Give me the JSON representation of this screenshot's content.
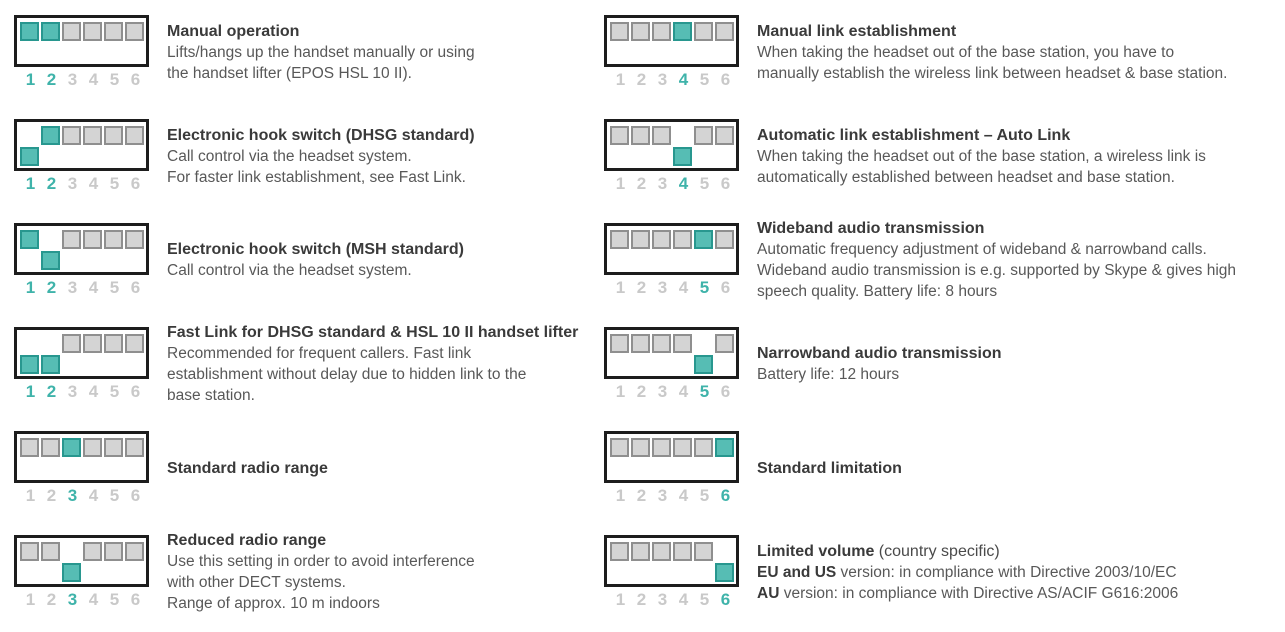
{
  "colors": {
    "accent_teal": "#56bdb4",
    "accent_teal_border": "#28978f",
    "switch_off_fill": "#d4d4d4",
    "switch_off_border": "#8f8f8f",
    "box_border": "#1d1d1d",
    "number_inactive": "#c9c9c9",
    "number_active": "#3fb3aa"
  },
  "pin_labels": [
    "1",
    "2",
    "3",
    "4",
    "5",
    "6"
  ],
  "columns": [
    {
      "rows": [
        {
          "title": "Manual operation",
          "title_suffix": "",
          "switches": [
            "on-up",
            "on-up",
            "off-up",
            "off-up",
            "off-up",
            "off-up"
          ],
          "body": [
            [
              {
                "t": "Lifts/hangs up the handset manually or using"
              }
            ],
            [
              {
                "t": "the handset lifter (EPOS HSL 10 II)."
              }
            ]
          ]
        },
        {
          "title": "Electronic hook switch (DHSG standard)",
          "title_suffix": "",
          "switches": [
            "on-down",
            "on-up",
            "off-up",
            "off-up",
            "off-up",
            "off-up"
          ],
          "body": [
            [
              {
                "t": "Call control via the headset system."
              }
            ],
            [
              {
                "t": "For faster link establishment, see Fast Link."
              }
            ]
          ]
        },
        {
          "title": "Electronic hook switch (MSH standard)",
          "title_suffix": "",
          "switches": [
            "on-up",
            "on-down",
            "off-up",
            "off-up",
            "off-up",
            "off-up"
          ],
          "body": [
            [
              {
                "t": "Call control via the headset system."
              }
            ]
          ]
        },
        {
          "title": "Fast Link for DHSG standard & HSL 10 II handset lifter",
          "title_suffix": "",
          "switches": [
            "on-down",
            "on-down",
            "off-up",
            "off-up",
            "off-up",
            "off-up"
          ],
          "body": [
            [
              {
                "t": "Recommended for frequent callers. Fast link"
              }
            ],
            [
              {
                "t": "establishment without delay due to hidden link to the"
              }
            ],
            [
              {
                "t": "base station."
              }
            ]
          ]
        },
        {
          "title": "Standard radio range",
          "title_suffix": "",
          "switches": [
            "off-up",
            "off-up",
            "on-up",
            "off-up",
            "off-up",
            "off-up"
          ],
          "body": []
        },
        {
          "title": "Reduced radio range",
          "title_suffix": "",
          "switches": [
            "off-up",
            "off-up",
            "on-down",
            "off-up",
            "off-up",
            "off-up"
          ],
          "body": [
            [
              {
                "t": "Use this setting in order to avoid interference"
              }
            ],
            [
              {
                "t": "with other DECT systems."
              }
            ],
            [
              {
                "t": "Range of approx. 10 m indoors"
              }
            ]
          ]
        }
      ]
    },
    {
      "rows": [
        {
          "title": "Manual link establishment",
          "title_suffix": "",
          "switches": [
            "off-up",
            "off-up",
            "off-up",
            "on-up",
            "off-up",
            "off-up"
          ],
          "body": [
            [
              {
                "t": "When taking the headset out of the base station, you have to"
              }
            ],
            [
              {
                "t": "manually establish the wireless link between headset & base station."
              }
            ]
          ]
        },
        {
          "title": "Automatic link establishment – Auto Link",
          "title_suffix": "",
          "switches": [
            "off-up",
            "off-up",
            "off-up",
            "on-down",
            "off-up",
            "off-up"
          ],
          "body": [
            [
              {
                "t": "When taking the headset out of the base station, a wireless link is"
              }
            ],
            [
              {
                "t": "automatically established between headset and base station."
              }
            ]
          ]
        },
        {
          "title": "Wideband audio transmission",
          "title_suffix": "",
          "switches": [
            "off-up",
            "off-up",
            "off-up",
            "off-up",
            "on-up",
            "off-up"
          ],
          "body": [
            [
              {
                "t": "Automatic frequency adjustment of wideband & narrowband calls."
              }
            ],
            [
              {
                "t": "Wideband audio transmission is e.g. supported by Skype & gives high"
              }
            ],
            [
              {
                "t": "speech quality. Battery life: 8 hours"
              }
            ]
          ]
        },
        {
          "title": "Narrowband audio transmission",
          "title_suffix": "",
          "switches": [
            "off-up",
            "off-up",
            "off-up",
            "off-up",
            "on-down",
            "off-up"
          ],
          "body": [
            [
              {
                "t": "Battery life: 12 hours"
              }
            ]
          ]
        },
        {
          "title": "Standard limitation",
          "title_suffix": "",
          "switches": [
            "off-up",
            "off-up",
            "off-up",
            "off-up",
            "off-up",
            "on-up"
          ],
          "body": []
        },
        {
          "title": "Limited volume",
          "title_suffix": " (country specific)",
          "switches": [
            "off-up",
            "off-up",
            "off-up",
            "off-up",
            "off-up",
            "on-down"
          ],
          "body": [
            [
              {
                "b": true,
                "t": "EU and US"
              },
              {
                "t": " version: in compliance with Directive 2003/10/EC"
              }
            ],
            [
              {
                "b": true,
                "t": "AU"
              },
              {
                "t": " version: in compliance with Directive AS/ACIF G616:2006"
              }
            ]
          ]
        }
      ]
    }
  ]
}
